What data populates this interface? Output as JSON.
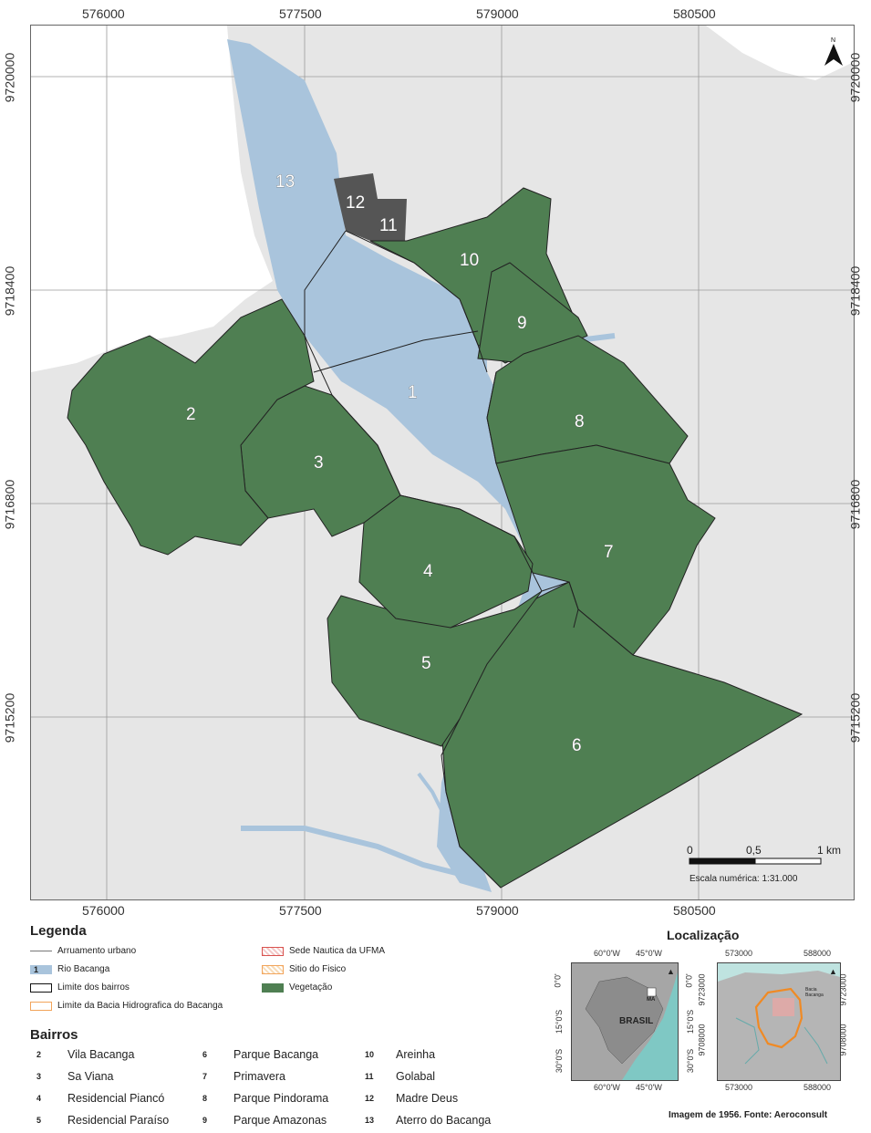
{
  "map": {
    "x_ticks": [
      "576000",
      "577500",
      "579000",
      "580500"
    ],
    "y_ticks": [
      "9720000",
      "9718400",
      "9716800",
      "9715200"
    ],
    "north_label": "N",
    "districts": [
      "1",
      "2",
      "3",
      "4",
      "5",
      "6",
      "7",
      "8",
      "9",
      "10",
      "11",
      "12",
      "13"
    ],
    "scale": {
      "t0": "0",
      "t1": "0,5",
      "t2": "1 km",
      "numeric": "Escala numérica: 1:31.000"
    },
    "colors": {
      "vegetation": "#4f7f52",
      "river": "#a9c4dc",
      "background": "#e6e6e6",
      "urban": "#555555"
    }
  },
  "legend": {
    "title": "Legenda",
    "items": [
      {
        "label": "Arruamento urbano"
      },
      {
        "label": "Rio Bacanga",
        "code": "1"
      },
      {
        "label": "Limite dos bairros"
      },
      {
        "label": "Limite da Bacia Hidrografica do Bacanga"
      },
      {
        "label": "Sede Nautica da UFMA"
      },
      {
        "label": "Sitio do Fisico"
      },
      {
        "label": "Vegetação"
      }
    ],
    "bairros_title": "Bairros",
    "bairros": [
      {
        "n": "2",
        "name": "Vila Bacanga"
      },
      {
        "n": "3",
        "name": "Sa Viana"
      },
      {
        "n": "4",
        "name": "Residencial Piancó"
      },
      {
        "n": "5",
        "name": "Residencial Paraíso"
      },
      {
        "n": "6",
        "name": "Parque Bacanga"
      },
      {
        "n": "7",
        "name": "Primavera"
      },
      {
        "n": "8",
        "name": "Parque Pindorama"
      },
      {
        "n": "9",
        "name": "Parque Amazonas"
      },
      {
        "n": "10",
        "name": "Areinha"
      },
      {
        "n": "11",
        "name": "Golabal"
      },
      {
        "n": "12",
        "name": "Madre Deus"
      },
      {
        "n": "13",
        "name": "Aterro do Bacanga"
      }
    ]
  },
  "location": {
    "title": "Localização",
    "inset1": {
      "top_ticks": [
        "60°0'W",
        "45°0'W"
      ],
      "bottom_ticks": [
        "60°0'W",
        "45°0'W"
      ],
      "left_ticks": [
        "0°0'",
        "15°0'S",
        "30°0'S"
      ],
      "right_ticks": [
        "0°0'",
        "15°0'S",
        "30°0'S"
      ],
      "country": "BRASIL",
      "state": "MA"
    },
    "inset2": {
      "top_ticks": [
        "573000",
        "588000"
      ],
      "bottom_ticks": [
        "573000",
        "588000"
      ],
      "left_ticks": [
        "9723000",
        "9708000"
      ],
      "right_ticks": [
        "9723000",
        "9708000"
      ],
      "label": "Bacia Bacanga"
    },
    "source": "Imagem de 1956. Fonte: Aeroconsult"
  }
}
